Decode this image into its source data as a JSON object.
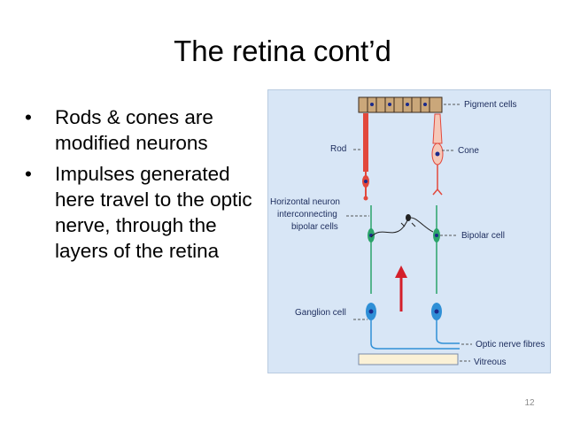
{
  "slide": {
    "title": "The retina cont’d",
    "bullets": [
      {
        "text": "Rods & cones are modified neurons"
      },
      {
        "text": "Impulses generated here travel to the optic nerve, through the layers of the retina"
      }
    ],
    "page_number": "12"
  },
  "figure": {
    "labels": {
      "pigment_cells": "Pigment cells",
      "rod": "Rod",
      "cone": "Cone",
      "horizontal_neuron": "Horizontal neuron",
      "interconnecting": "interconnecting",
      "bipolar_cells": "bipolar cells",
      "bipolar_cell": "Bipolar cell",
      "ganglion_cell": "Ganglion cell",
      "optic_nerve_fibres": "Optic nerve fibres",
      "vitreous": "Vitreous"
    },
    "colors": {
      "background": "#d8e6f6",
      "photoreceptor": "#e2483c",
      "bipolar": "#2ba46a",
      "ganglion": "#2f8fd6",
      "arrow": "#d41f2a",
      "nucleus": "#1a2a8c"
    }
  }
}
